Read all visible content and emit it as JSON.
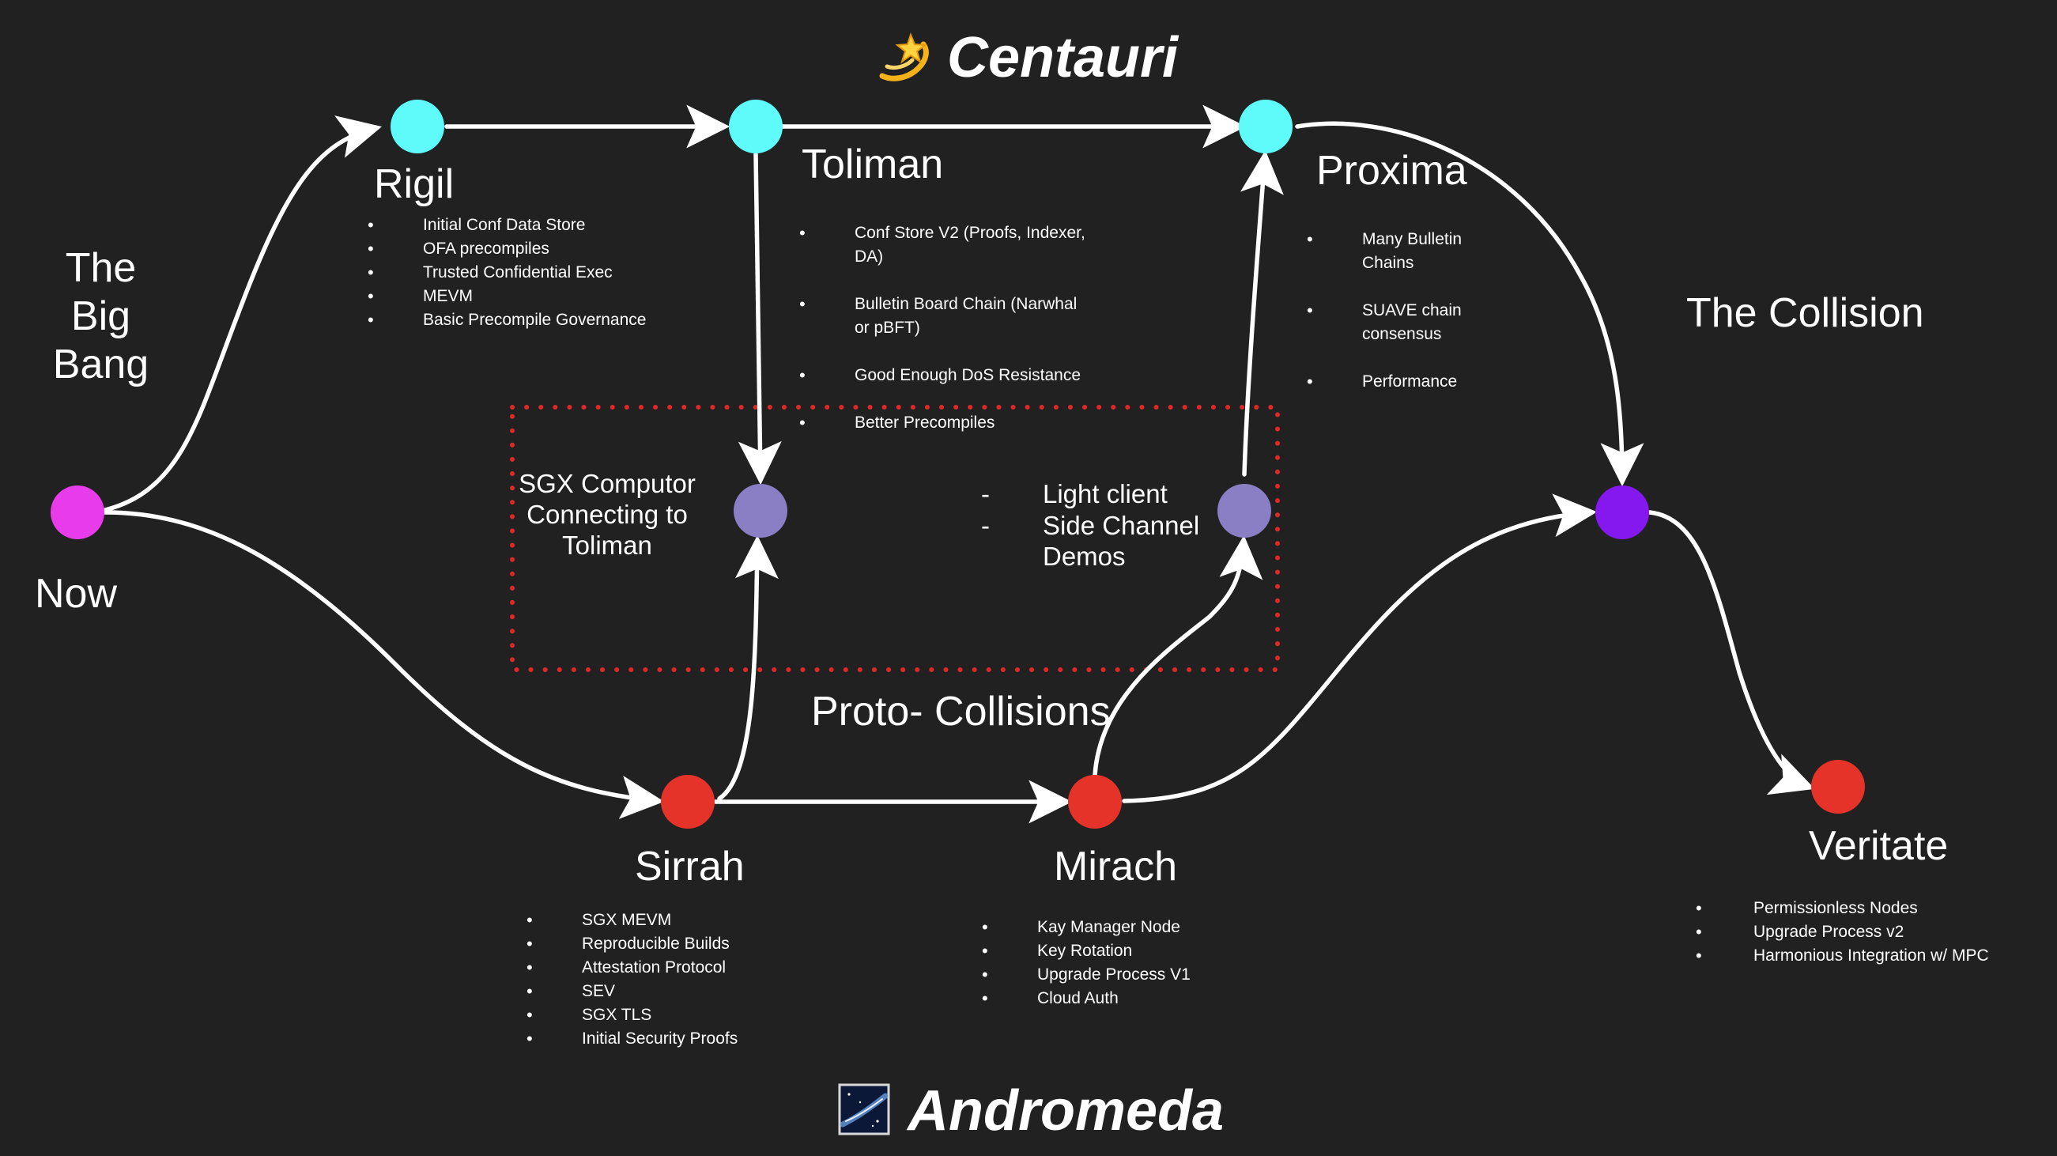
{
  "brands": {
    "top": {
      "name": "Centauri",
      "icon": "dizzy-comet-icon"
    },
    "bottom": {
      "name": "Andromeda",
      "icon": "milky-way-galaxy-icon"
    }
  },
  "labels": {
    "big_bang": "The\nBig\nBang",
    "now": "Now",
    "collision": "The Collision",
    "proto_collisions": "Proto- Collisions"
  },
  "nodes": {
    "rigil": {
      "name": "Rigil",
      "items": [
        "Initial Conf Data Store",
        "OFA precompiles",
        "Trusted Confidential Exec",
        "MEVM",
        "Basic Precompile Governance"
      ]
    },
    "toliman": {
      "name": "Toliman",
      "items": [
        "Conf Store V2 (Proofs, Indexer,\nDA)",
        "Bulletin Board Chain (Narwhal\nor pBFT)",
        "Good Enough DoS Resistance",
        "Better Precompiles"
      ]
    },
    "proxima": {
      "name": "Proxima",
      "items": [
        "Many Bulletin\nChains",
        "SUAVE chain\nconsensus",
        "Performance"
      ]
    },
    "sirrah": {
      "name": "Sirrah",
      "items": [
        "SGX MEVM",
        "Reproducible Builds",
        "Attestation Protocol",
        "SEV",
        "SGX TLS",
        "Initial Security Proofs"
      ]
    },
    "mirach": {
      "name": "Mirach",
      "items": [
        "Kay Manager Node",
        "Key Rotation",
        "Upgrade Process V1",
        "Cloud Auth"
      ]
    },
    "veritate": {
      "name": "Veritate",
      "items": [
        "Permissionless Nodes",
        "Upgrade Process v2",
        "Harmonious Integration w/ MPC"
      ]
    }
  },
  "proto": {
    "left_text": "SGX Computor\nConnecting to\nToliman",
    "right_items": [
      "Light client",
      "Side Channel\nDemos"
    ]
  },
  "colors": {
    "background": "#212121",
    "centauri_node": "#5ffbfb",
    "andromeda_node": "#e5332a",
    "now_node": "#e83ceb",
    "proto_node": "#8a7fc4",
    "collision_node": "#8418ee",
    "box_border": "#e02828",
    "line": "#ffffff"
  }
}
